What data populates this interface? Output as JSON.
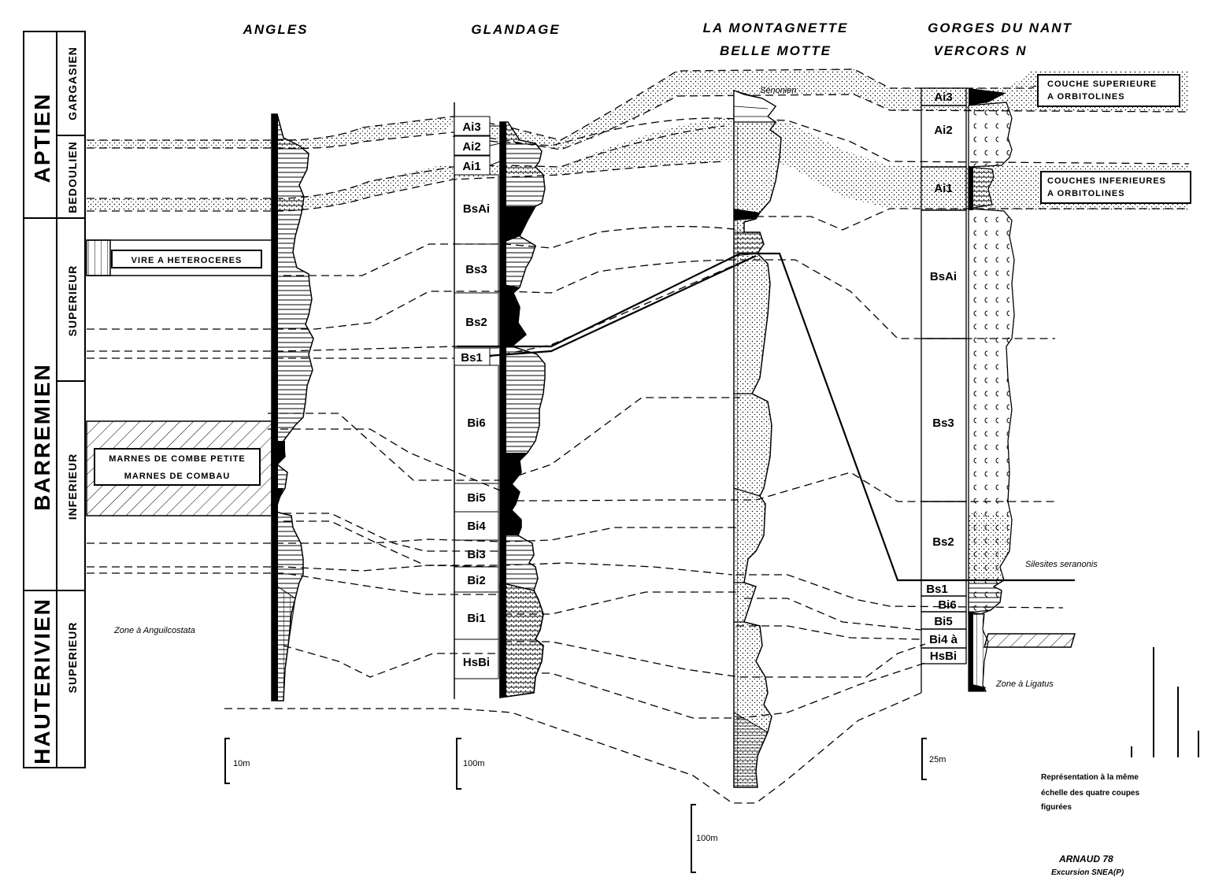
{
  "stages": {
    "aptien": "APTIEN",
    "barremien": "BARREMIEN",
    "hauterivien": "HAUTERIVIEN"
  },
  "substages": {
    "gargasien": "GARGASIEN",
    "bedoulien": "BEDOULIEN",
    "barr_superieur": "SUPERIEUR",
    "barr_inferieur": "INFERIEUR",
    "haut_superieur": "SUPERIEUR"
  },
  "sections": {
    "angles": "ANGLES",
    "glandage": "GLANDAGE",
    "montagnette_1": "LA MONTAGNETTE",
    "montagnette_2": "BELLE MOTTE",
    "nant_1": "GORGES DU NANT",
    "nant_2": "VERCORS N"
  },
  "glandage_units": [
    "Ai3",
    "Ai2",
    "Ai1",
    "BsAi",
    "Bs3",
    "Bs2",
    "Bs1",
    "Bi6",
    "Bi5",
    "Bi4",
    "Bi3",
    "Bi2",
    "Bi1",
    "HsBi"
  ],
  "nant_units": [
    "Ai3",
    "Ai2",
    "Ai1",
    "BsAi",
    "Bs3",
    "Bs2",
    "Bs1",
    "Bi6",
    "Bi5",
    "Bi4 à",
    "HsBi"
  ],
  "boxes": {
    "vire": "VIRE A HETEROCERES",
    "marnes_1": "MARNES DE COMBE PETITE",
    "marnes_2": "MARNES DE COMBAU",
    "couche_sup_1": "COUCHE SUPERIEURE",
    "couche_sup_2": "A ORBITOLINES",
    "couches_inf_1": "COUCHES INFERIEURES",
    "couches_inf_2": "A ORBITOLINES"
  },
  "annotations": {
    "senonien": "Sénonien",
    "anguilocostata": "Zone à Anguilcostata",
    "silesites": "Silesites seranonis",
    "ligatus": "Zone à Ligatus"
  },
  "scales": {
    "angles": "10m",
    "glandage": "100m",
    "montagnette": "100m",
    "nant": "25m"
  },
  "notes": {
    "representation_1": "Représentation à la même",
    "representation_2": "échelle des quatre coupes",
    "representation_3": "figurées",
    "credit_1": "ARNAUD 78",
    "credit_2": "Excursion SNEA(P)"
  }
}
